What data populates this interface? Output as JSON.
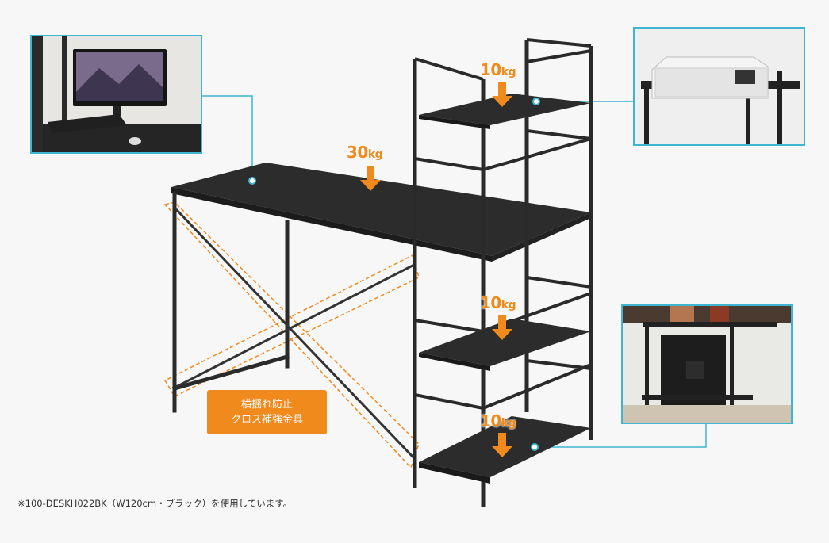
{
  "loads": {
    "desk_top": {
      "value": "30",
      "unit": "kg"
    },
    "top_shelf": {
      "value": "10",
      "unit": "kg"
    },
    "middle_shelf": {
      "value": "10",
      "unit": "kg"
    },
    "bottom_shelf": {
      "value": "10",
      "unit": "kg"
    }
  },
  "callout": {
    "line1": "横揺れ防止",
    "line2": "クロス補強金具"
  },
  "footnote": "※100-DESKH022BK（W120cm・ブラック）を使用しています。",
  "colors": {
    "accent_orange": "#f08a1c",
    "frame_cyan": "#3fb6d0",
    "furniture_black": "#262626"
  },
  "photos": {
    "monitor": "monitor-keyboard-photo",
    "printer": "printer-photo",
    "pc": "pc-tower-photo"
  }
}
